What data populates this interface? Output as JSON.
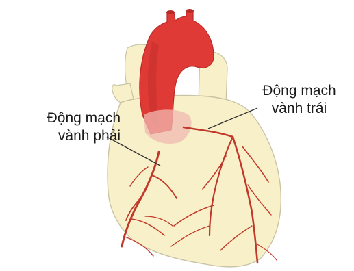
{
  "labels": {
    "right_coronary": {
      "line1": "Động mạch",
      "line2": "vành phải"
    },
    "left_coronary": {
      "line1": "Động mạch",
      "line2": "vành trái"
    }
  },
  "colors": {
    "heart_fill": "#f8f0c8",
    "heart_outline": "#c9c3a6",
    "aorta": "#e03a36",
    "aorta_dark": "#b82a28",
    "vessel": "#c0392b",
    "leader_line": "#333333"
  }
}
